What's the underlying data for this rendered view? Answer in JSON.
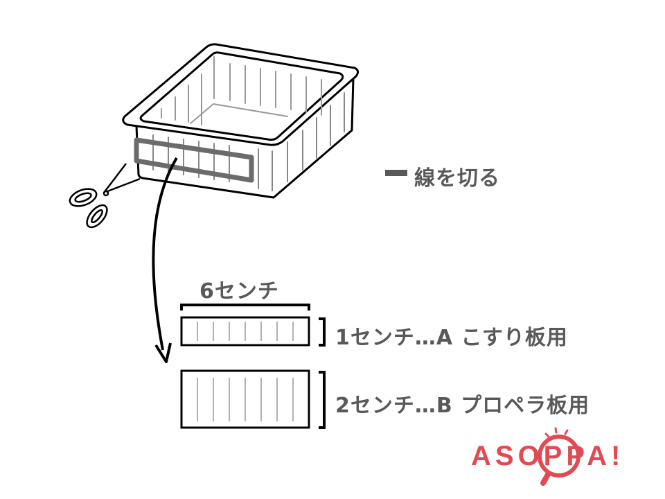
{
  "legend": {
    "cut_line_label": "線を切る",
    "cut_line_color": "#6b6b6b"
  },
  "dimension": {
    "width_label": "6センチ"
  },
  "strips": [
    {
      "label": "1センチ…A こすり板用"
    },
    {
      "label": "2センチ…B プロペラ板用"
    }
  ],
  "logo": {
    "text": "ASOPPA!",
    "color": "#e04a52"
  }
}
